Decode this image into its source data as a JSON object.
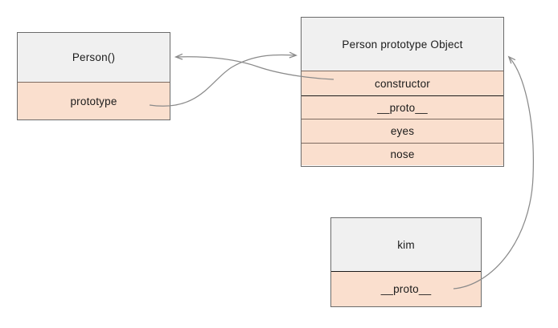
{
  "diagram": {
    "title": "JavaScript prototype chain diagram",
    "background_color": "#ffffff",
    "header_fill": "#f0f0f0",
    "property_fill": "#fadfce",
    "border_color": "#6b6b6b",
    "edge_color": "#8a8a8a",
    "text_color": "#1b1b1b"
  },
  "boxes": {
    "person_function": {
      "name": "person-function-box",
      "header": "Person()",
      "rows": [
        {
          "label": "prototype"
        }
      ]
    },
    "person_prototype": {
      "name": "person-prototype-object-box",
      "header": "Person prototype Object",
      "rows": [
        {
          "label": "constructor"
        },
        {
          "label": "__proto__"
        },
        {
          "label": "eyes"
        },
        {
          "label": "nose"
        }
      ]
    },
    "kim_instance": {
      "name": "kim-instance-box",
      "header": "kim",
      "rows": [
        {
          "label": "__proto__"
        }
      ]
    }
  },
  "edges": [
    {
      "id": "prototype-to-prototype-object",
      "from": "person_function.prototype",
      "to": "person_prototype.header",
      "arrow": "end"
    },
    {
      "id": "constructor-to-person-function",
      "from": "person_prototype.constructor",
      "to": "person_function.header",
      "arrow": "end"
    },
    {
      "id": "kim-proto-to-prototype-object",
      "from": "kim_instance.__proto__",
      "to": "person_prototype.header",
      "arrow": "end"
    }
  ]
}
